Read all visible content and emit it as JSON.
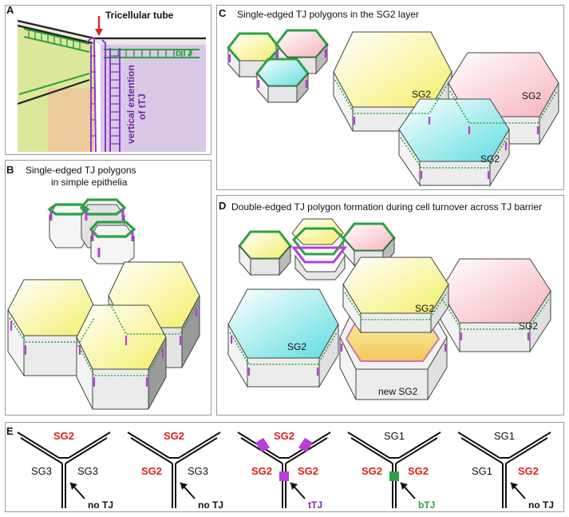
{
  "panels": {
    "a": {
      "letter": "A",
      "tube_label": "Tricellular tube",
      "btj_label": "bTJ",
      "vertical_label_1": "vertical extention",
      "vertical_label_2": "of tTJ"
    },
    "b": {
      "letter": "B",
      "title_1": "Single-edged TJ polygons",
      "title_2": "in simple epithelia"
    },
    "c": {
      "letter": "C",
      "title": "Single-edged TJ polygons in the SG2 layer",
      "cell_label": "SG2"
    },
    "d": {
      "letter": "D",
      "title": "Double-edged TJ polygon formation during cell turnover across TJ barrier",
      "cell_label": "SG2",
      "new_cell_label": "new SG2"
    },
    "e": {
      "letter": "E",
      "junctions": [
        {
          "top": "SG2",
          "left": "SG3",
          "right": "SG3",
          "note": "no TJ"
        },
        {
          "top": "SG2",
          "left": "SG2",
          "right": "SG3",
          "note": "no TJ"
        },
        {
          "top": "SG2",
          "left": "SG2",
          "right": "SG2",
          "note": "tTJ"
        },
        {
          "top": "SG1",
          "left": "SG2",
          "right": "SG2",
          "note": "bTJ"
        },
        {
          "top": "SG1",
          "left": "SG1",
          "right": "SG2",
          "note": "no TJ"
        }
      ]
    }
  },
  "colors": {
    "sg2_red": "#e0201e",
    "btj_green": "#2ea043",
    "ttj_purple": "#7a2aa8",
    "magenta": "#b63fd6",
    "yellow": "#f6f28a",
    "pink": "#f7c7cc",
    "cyan": "#7fe3e6"
  }
}
